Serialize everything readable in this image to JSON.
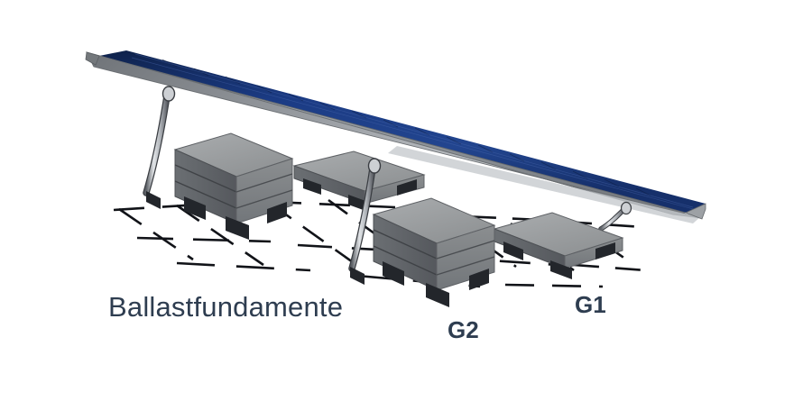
{
  "figure": {
    "kind": "technical-illustration",
    "subject": "Photovoltaik-Modul auf Ballastfundamenten",
    "background_color": "#ffffff"
  },
  "labels": {
    "ballast": "Ballastfundamente",
    "group2": "G2",
    "group1": "G1",
    "text_color": "#2e3d50"
  },
  "colors": {
    "panel_blue_dark": "#12264f",
    "panel_blue": "#1b3b84",
    "panel_blue_light": "#2a4c9b",
    "frame_grey": "#8e9196",
    "frame_grey_light": "#b9bcc0",
    "frame_grey_dark": "#6e7276",
    "concrete_top": "#9a9d9f",
    "concrete_front": "#7d8082",
    "concrete_side": "#62656a",
    "foot_dark": "#23262b",
    "strut_metal": "#c9ccd0",
    "strut_outline": "#3a3d42",
    "ground_line": "#111318"
  },
  "panel": {
    "label": "PV-Modul",
    "tilt_description": "geneigt von links oben nach rechts unten",
    "surface": "blaue Solarzellen",
    "frame": "graues Aluminiumprofil"
  },
  "ballast_blocks": [
    {
      "id": "back-left",
      "name": "Ballastblock hinten links",
      "type": "gestapelt",
      "layers": 3
    },
    {
      "id": "back-right",
      "name": "Ballastblock hinten rechts",
      "type": "flach",
      "layers": 1
    },
    {
      "id": "front-left",
      "name": "Ballastblock vorne links",
      "type": "gestapelt",
      "layers": 3
    },
    {
      "id": "front-right",
      "name": "Ballastblock vorne rechts",
      "type": "flach",
      "layers": 1
    }
  ],
  "supports": [
    {
      "id": "strut-back",
      "name": "Stütze hinten"
    },
    {
      "id": "strut-front",
      "name": "Stütze vorne"
    },
    {
      "id": "strut-right",
      "name": "Stütze rechts"
    }
  ],
  "ground_grid": {
    "name": "gestrichelte Bodenraster-Linien",
    "style": "dashed"
  }
}
